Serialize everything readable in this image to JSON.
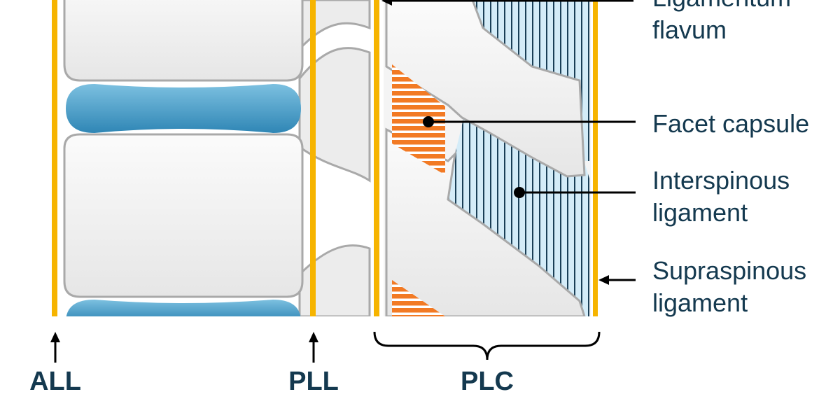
{
  "labels": {
    "ligamentum_flavum": "Ligamentum\nflavum",
    "facet_capsule": "Facet capsule",
    "interspinous_ligament": "Interspinous\nligament",
    "supraspinous_ligament": "Supraspinous\nligament",
    "all": "ALL",
    "pll": "PLL",
    "plc": "PLC"
  },
  "colors": {
    "text": "#14394f",
    "ligament_yellow": "#f6b400",
    "disc_blue": "#4aa0c9",
    "bone_fill": "#f1f1f1",
    "bone_stroke": "#a9a9a9",
    "facet_orange": "#f27a24",
    "interspinous_blue": "#d4ecf8",
    "interspinous_stripe": "#1a3f57",
    "leader_line": "#000000"
  }
}
